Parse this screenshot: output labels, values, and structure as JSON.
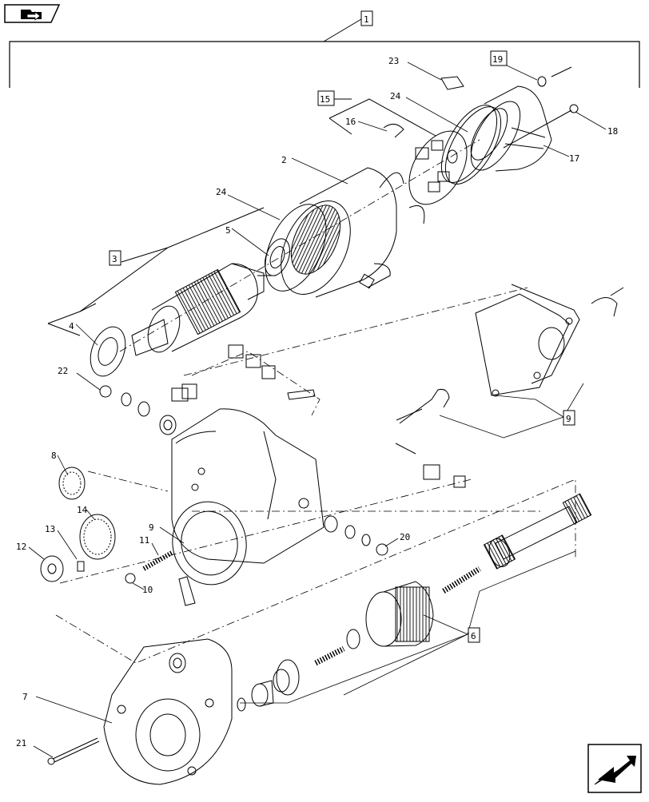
{
  "navigation": {
    "top_left_icon": "folder-back-icon",
    "bottom_right_icon": "next-page-arrow-icon"
  },
  "callouts": {
    "c1": "1",
    "c2": "2",
    "c3": "3",
    "c4": "4",
    "c5": "5",
    "c6": "6",
    "c7": "7",
    "c8": "8",
    "c9a": "9",
    "c9b": "9",
    "c10": "10",
    "c11": "11",
    "c12": "12",
    "c13": "13",
    "c14": "14",
    "c15": "15",
    "c16": "16",
    "c17": "17",
    "c18": "18",
    "c19": "19",
    "c20": "20",
    "c21": "21",
    "c22": "22",
    "c23": "23",
    "c24a": "24",
    "c24b": "24"
  }
}
